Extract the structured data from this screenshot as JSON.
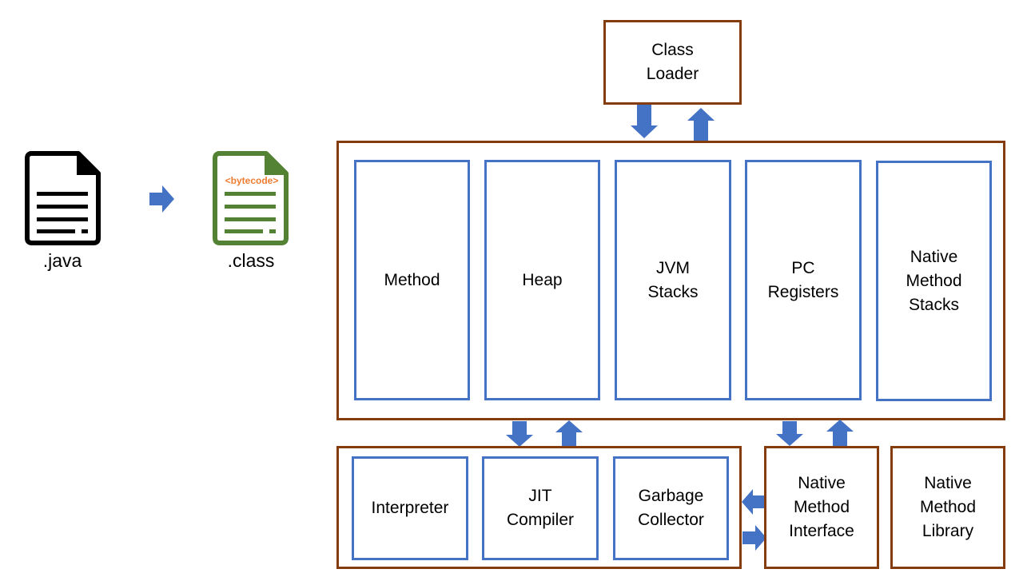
{
  "files": {
    "java_label": ".java",
    "class_label": ".class",
    "bytecode_tag": "<bytecode>"
  },
  "class_loader": {
    "label": "Class\nLoader"
  },
  "runtime_areas": [
    {
      "label": "Method"
    },
    {
      "label": "Heap"
    },
    {
      "label": "JVM\nStacks"
    },
    {
      "label": "PC\nRegisters"
    },
    {
      "label": "Native\nMethod\nStacks"
    }
  ],
  "execution_engine": [
    {
      "label": "Interpreter"
    },
    {
      "label": "JIT\nCompiler"
    },
    {
      "label": "Garbage\nCollector"
    }
  ],
  "native_interface": {
    "label": "Native\nMethod\nInterface"
  },
  "native_library": {
    "label": "Native\nMethod\nLibrary"
  },
  "colors": {
    "container_border": "#843c0c",
    "area_border": "#4472c4",
    "arrow_fill": "#4472c4",
    "java_file": "#000000",
    "class_file": "#548235",
    "bytecode_text": "#ed7d31"
  },
  "icons": {
    "java_file": "document-icon",
    "class_file": "bytecode-document-icon",
    "arrows": "block-arrow-icon"
  }
}
